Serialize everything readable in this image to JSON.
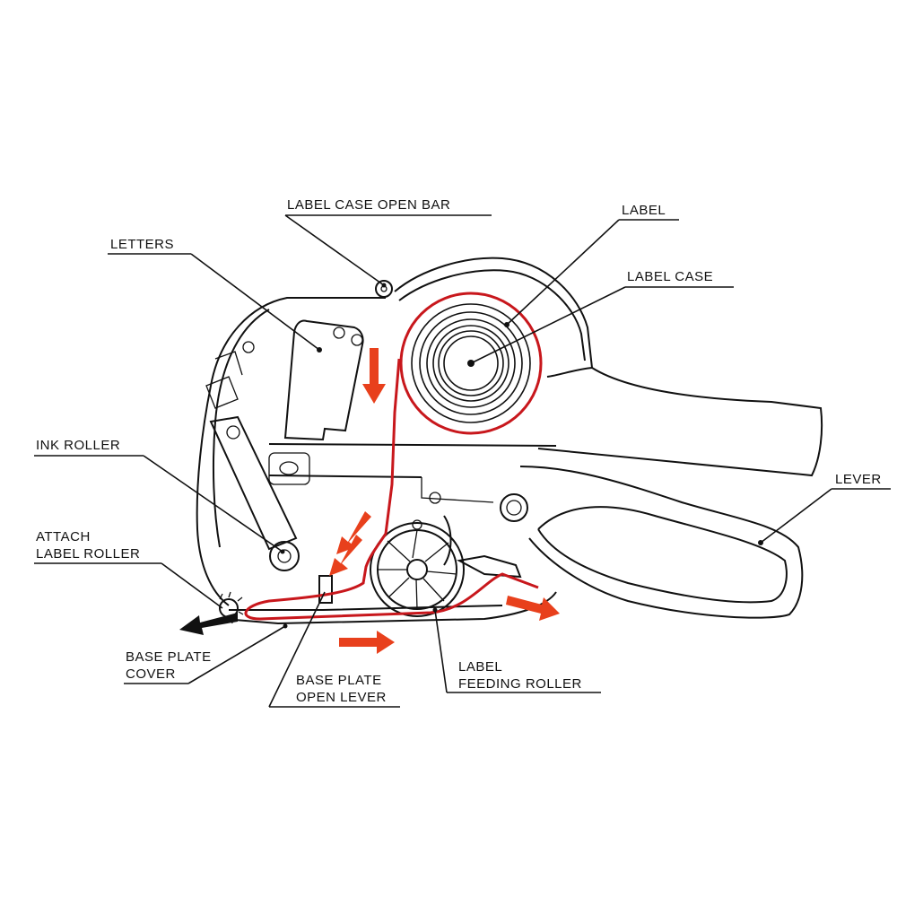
{
  "labels": {
    "label_case_open_bar": "LABEL CASE OPEN BAR",
    "label": "LABEL",
    "label_case": "LABEL CASE",
    "letters": "LETTERS",
    "ink_roller": "INK ROLLER",
    "lever": "LEVER",
    "attach_label_roller_1": "ATTACH",
    "attach_label_roller_2": "LABEL ROLLER",
    "base_plate_cover_1": "BASE PLATE",
    "base_plate_cover_2": "COVER",
    "base_plate_open_lever_1": "BASE PLATE",
    "base_plate_open_lever_2": "OPEN LEVER",
    "label_feeding_roller_1": "LABEL",
    "label_feeding_roller_2": "FEEDING ROLLER"
  },
  "colors": {
    "label_path": "#c8171c",
    "feed_arrows": "#e8401c",
    "eject_arrow": "#111111",
    "outline": "#111111",
    "background": "#ffffff"
  }
}
